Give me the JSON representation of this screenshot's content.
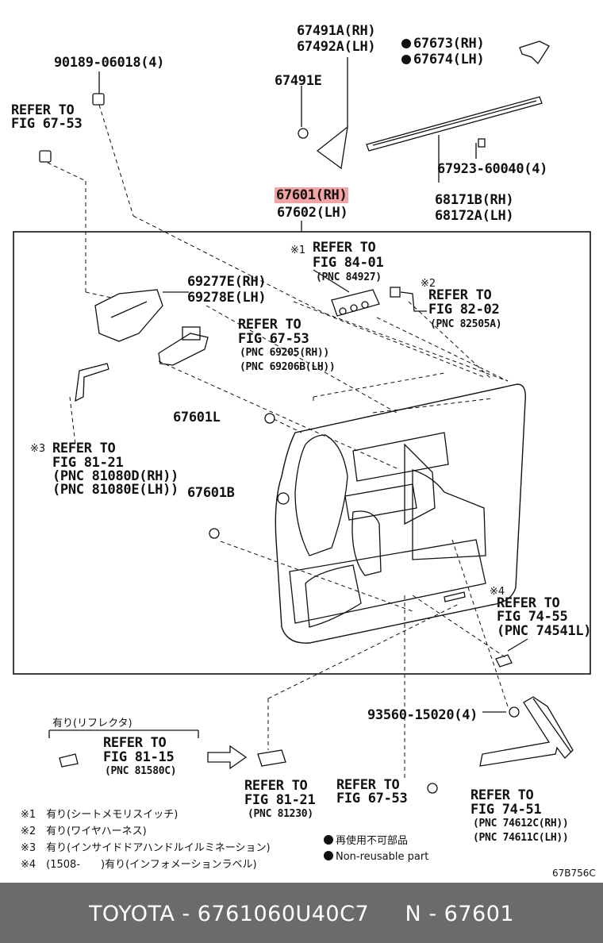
{
  "labels": {
    "l90189": "90189-06018(4)",
    "refer6753a_1": "REFER TO",
    "refer6753a_2": "FIG 67-53",
    "p67491a_rh": "67491A(RH)",
    "p67492a_lh": "67492A(LH)",
    "p67491e": "67491E",
    "p67673": "67673(RH)",
    "p67674": "67674(LH)",
    "p67923": "67923-60040(4)",
    "p68171b": "68171B(RH)",
    "p68172a": "68172A(LH)",
    "p67601_rh": "67601(RH)",
    "p67602_lh": "67602(LH)",
    "m1": "※1",
    "ref8401_1": "REFER TO",
    "ref8401_2": "FIG 84-01",
    "ref8401_3": "(PNC 84927)",
    "m2": "※2",
    "ref8202_1": "REFER TO",
    "ref8202_2": "FIG 82-02",
    "ref8202_3": "(PNC 82505A)",
    "p69277e": "69277E(RH)",
    "p69278e": "69278E(LH)",
    "ref6753b_1": "REFER TO",
    "ref6753b_2": "FIG 67-53",
    "ref6753b_3": "(PNC 69205(RH))",
    "ref6753b_4": "(PNC 69206B(LH))",
    "p67601l": "67601L",
    "m3": "※3",
    "ref8121a_1": "REFER TO",
    "ref8121a_2": "FIG 81-21",
    "ref8121a_3": "(PNC 81080D(RH))",
    "ref8121a_4": "(PNC 81080E(LH))",
    "p67601b": "67601B",
    "m4": "※4",
    "ref7455_1": "REFER TO",
    "ref7455_2": "FIG 74-55",
    "ref7455_3": "(PNC 74541L)",
    "p93560": "93560-15020(4)",
    "reflector_note": "有り(リフレクタ)",
    "ref8115_1": "REFER TO",
    "ref8115_2": "FIG 81-15",
    "ref8115_3": "(PNC 81580C)",
    "ref8121b_1": "REFER TO",
    "ref8121b_2": "FIG 81-21",
    "ref8121b_3": "(PNC 81230)",
    "ref6753c_1": "REFER TO",
    "ref6753c_2": "FIG 67-53",
    "ref7451_1": "REFER TO",
    "ref7451_2": "FIG 74-51",
    "ref7451_3": "(PNC 74612C(RH))",
    "ref7451_4": "(PNC 74611C(LH))"
  },
  "notes": {
    "n1": "※1　有り(シートメモリスイッチ)",
    "n2": "※2　有り(ワイヤハーネス)",
    "n3": "※3　有り(インサイドドアハンドルイルミネーション)",
    "n4": "※4　(1508-　　)有り(インフォメーションラベル)",
    "legend_jp": "再使用不可部品",
    "legend_en": "Non-reusable part",
    "figure_code": "67B756C"
  },
  "footer": {
    "text": "TOYOTA - 6761060U40C7     N - 67601"
  },
  "colors": {
    "highlight": "#f2a3a3",
    "footer_bg": "#6b6b6b"
  }
}
